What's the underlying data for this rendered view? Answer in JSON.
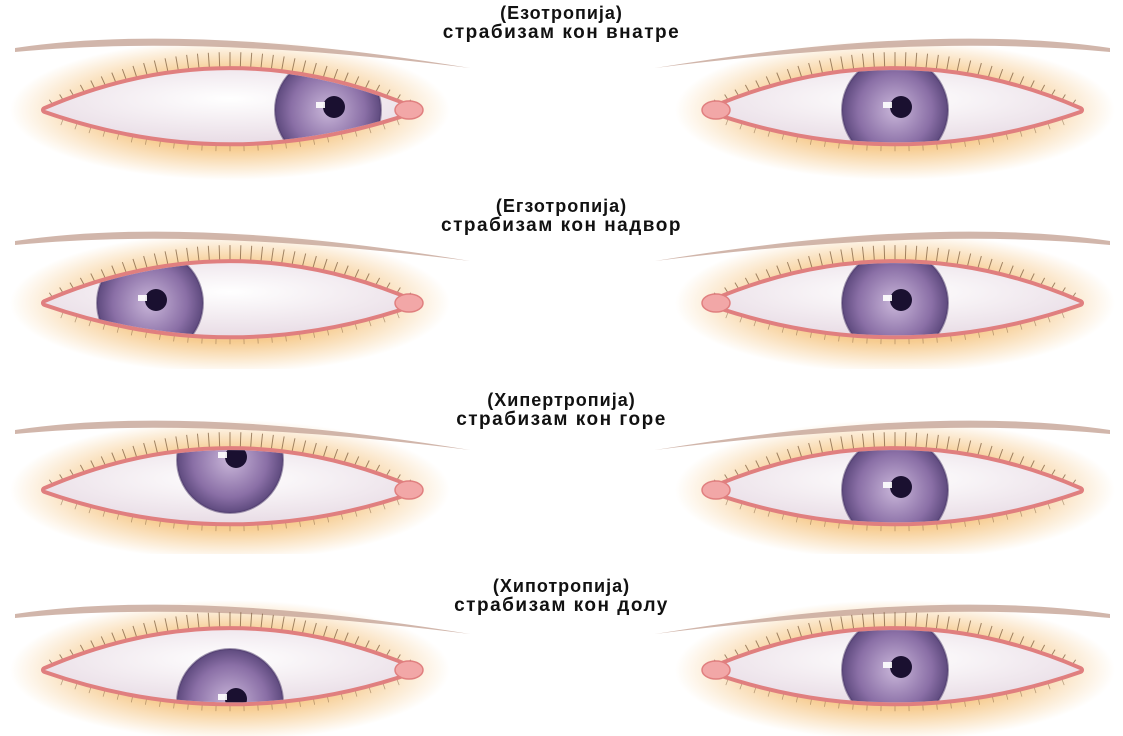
{
  "panels": [
    {
      "term": "(Езотропија)",
      "desc": "страбизам кон внатре",
      "gaze": "inward"
    },
    {
      "term": "(Егзотропија)",
      "desc": "страбизам кон надвор",
      "gaze": "outward"
    },
    {
      "term": "(Хипертропија)",
      "desc": "страбизам кон горе",
      "gaze": "up"
    },
    {
      "term": "(Хипотропија)",
      "desc": "страбизам кон долу",
      "gaze": "down"
    }
  ],
  "colors": {
    "iris": "#8a6fa6",
    "iris_light": "#c9b6d9",
    "pupil": "#1a1030",
    "lid_rim": "#e07f7f",
    "skin_glow": "#f6c98a",
    "brow": "#c9a99c",
    "lashes": "#7a5a3a"
  }
}
